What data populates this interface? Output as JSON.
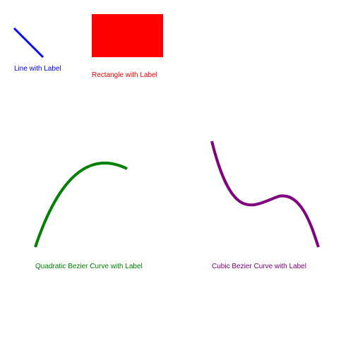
{
  "shapes": {
    "line": {
      "label": "Line with Label",
      "color": "#0000ff"
    },
    "rectangle": {
      "label": "Rectangle with Label",
      "color": "#ff0000"
    },
    "quadratic_curve": {
      "label": "Quadratic Bezier Curve with Label",
      "color": "#008000"
    },
    "cubic_curve": {
      "label": "Cubic Bezier Curve with Label",
      "color": "#800080"
    }
  }
}
